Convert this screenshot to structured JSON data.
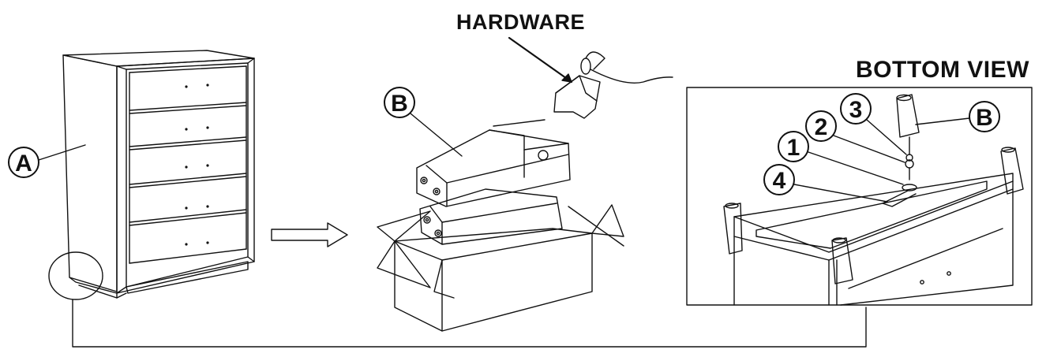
{
  "labels": {
    "hardware": "HARDWARE",
    "bottom_view": "BOTTOM VIEW",
    "part_a": "A",
    "part_b_box": "B",
    "part_b_view": "B",
    "callout_1": "1",
    "callout_2": "2",
    "callout_3": "3",
    "callout_4": "4"
  },
  "icons": [
    "chest-of-drawers",
    "boxed-legs",
    "hardware-bag",
    "bottom-view-detail",
    "arrow-right"
  ],
  "colors": {
    "line": "#111111",
    "background": "#ffffff"
  }
}
